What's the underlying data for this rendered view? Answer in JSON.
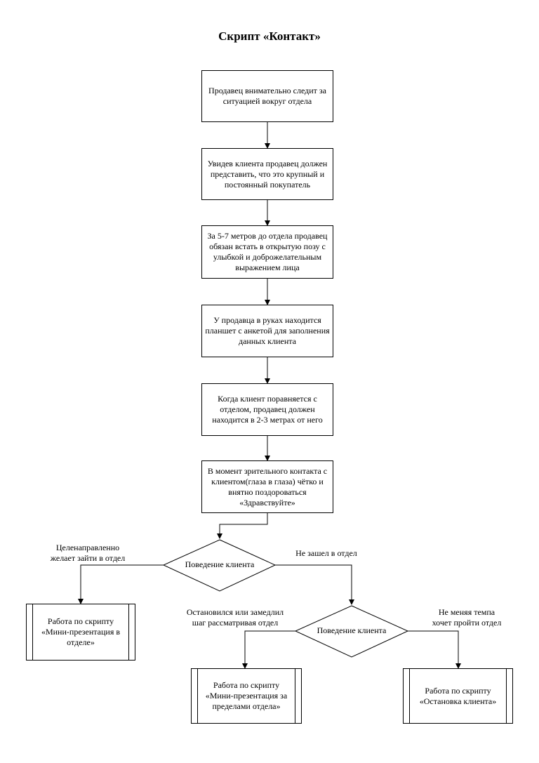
{
  "title": "Скрипт «Контакт»",
  "steps": [
    "Продавец внимательно следит за ситуацией вокруг отдела",
    "Увидев клиента продавец должен представить, что это крупный и постоянный покупатель",
    "За 5-7 метров до отдела продавец обязан встать в открытую позу с улыбкой и доброжелательным выражением лица",
    "У продавца в руках находится планшет с анкетой для заполнения данных клиента",
    "Когда клиент поравняется с отделом, продавец должен находится в 2-3 метрах от него",
    "В момент зрительного контакта с клиентом(глаза в глаза) чётко и внятно поздороваться «Здравствуйте»"
  ],
  "decisions": {
    "first": "Поведение клиента",
    "second": "Поведение клиента"
  },
  "edge_labels": {
    "enter": "Целенаправленно\nжелает зайти в отдел",
    "not_enter": "Не зашел в отдел",
    "stopped": "Остановился или замедлил\nшаг рассматривая отдел",
    "passing": "Не меняя темпа\nхочет пройти отдел"
  },
  "outcomes": {
    "mini_in": "Работа по скрипту\n«Мини-презентация в\nотделе»",
    "mini_out": "Работа по скрипту\n«Мини-презентация за\nпределами отдела»",
    "stop": "Работа по скрипту\n«Остановка клиента»"
  }
}
